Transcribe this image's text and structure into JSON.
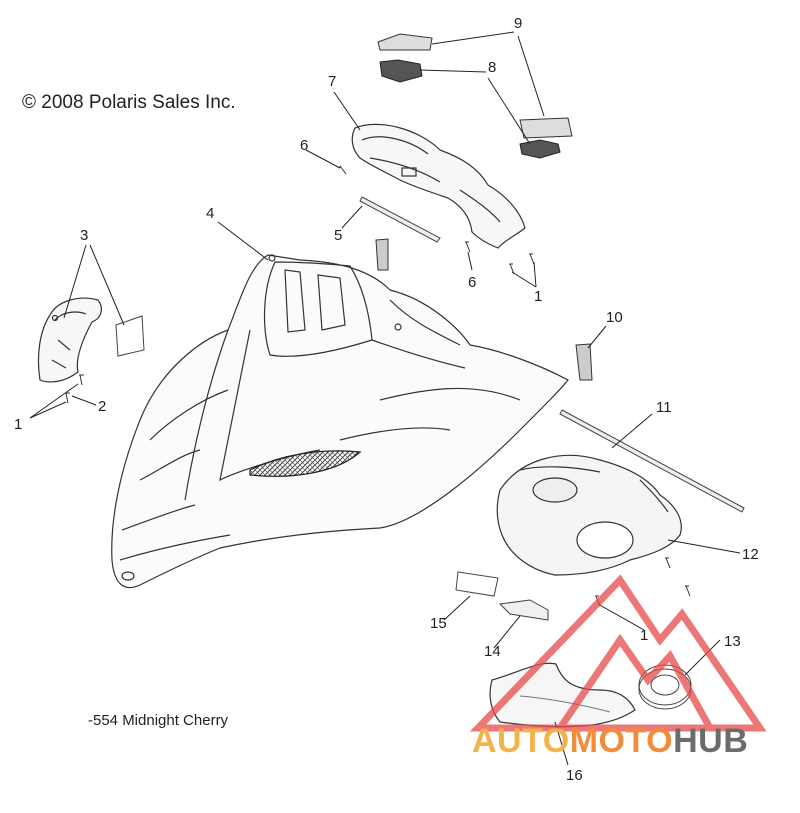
{
  "copyright": "© 2008 Polaris Sales Inc.",
  "variant_note": "-554 Midnight Cherry",
  "watermark": {
    "part1": "AUTO",
    "part2": "MOTO",
    "part3": "HUB",
    "color_triangle": "#e84a4a",
    "color_auto": "#f3b34a",
    "color_moto": "#f38c3a",
    "color_hub": "#6b6b6b"
  },
  "callouts": [
    "9",
    "8",
    "7",
    "6",
    "5",
    "4",
    "3",
    "6",
    "1",
    "10",
    "1",
    "2",
    "11",
    "12",
    "1",
    "13",
    "15",
    "14",
    "16"
  ]
}
